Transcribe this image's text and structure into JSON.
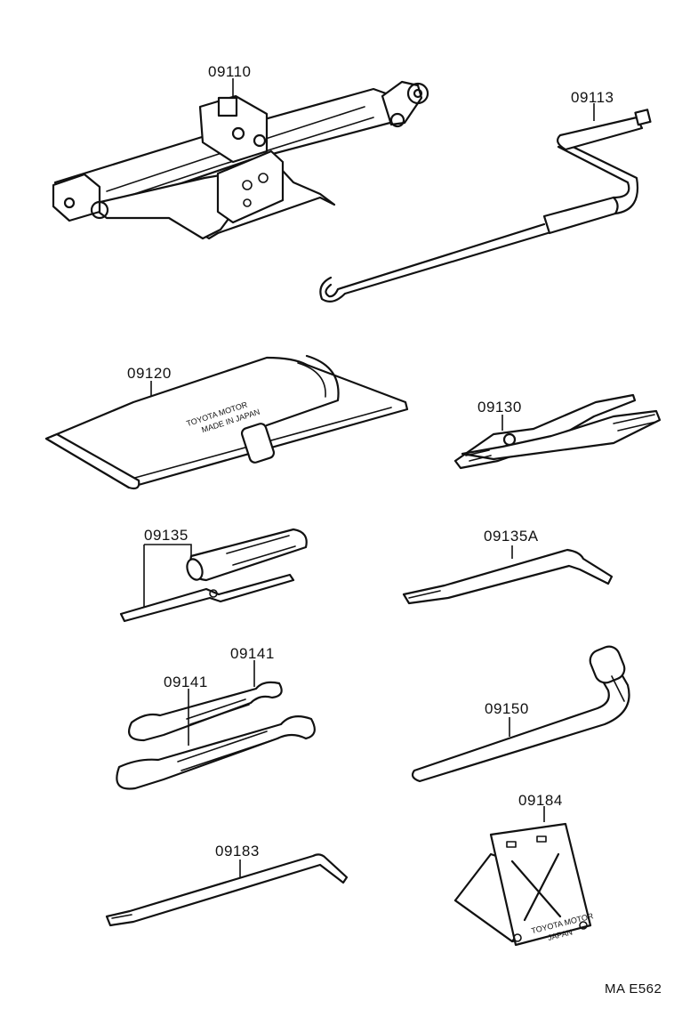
{
  "parts": {
    "jack": "09110",
    "jack_handle": "09113",
    "tool_bag": "09120",
    "pliers": "09130",
    "screwdriver": "09135",
    "screwdriver_bar": "09135A",
    "wrench_small": "09141",
    "wrench_large": "09141",
    "wheel_nut_wrench": "09150",
    "hub_cap_remover": "09183",
    "wheel_chock": "09184"
  },
  "stamps": {
    "bag_line1": "TOYOTA MOTOR",
    "bag_line2": "MADE IN JAPAN",
    "chock_line1": "TOYOTA MOTOR",
    "chock_line2": "JAPAN"
  },
  "reference_code": "MA E562"
}
